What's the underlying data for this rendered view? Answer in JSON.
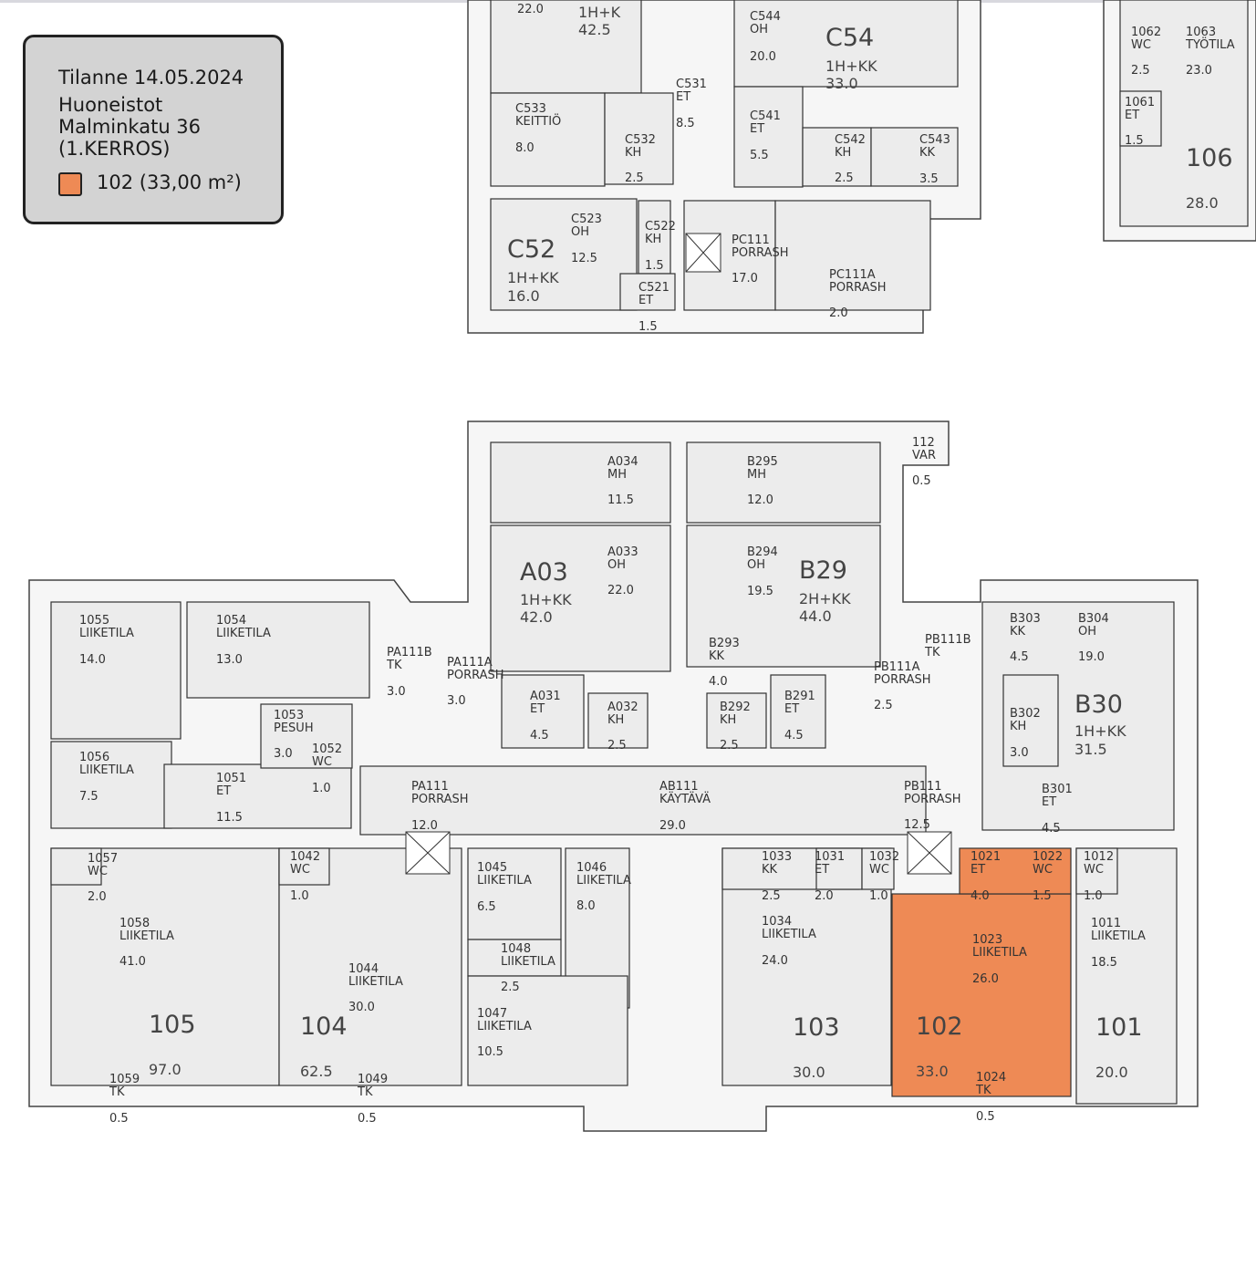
{
  "legend": {
    "date_line": "Tilanne 14.05.2024",
    "title_line": "Huoneistot",
    "address_line": "Malminkatu 36",
    "floor_line": "(1.KERROS)",
    "item_label": "102 (33,00 m²)",
    "item_color": "#EE8A55"
  },
  "colors": {
    "highlight": "#EE8A55",
    "room_fill": "#ECECEC",
    "wall": "#333333"
  },
  "highlighted_unit": "102",
  "units": [
    {
      "num": "C54",
      "type": "1H+KK",
      "area": "33.0"
    },
    {
      "num": "C52",
      "type": "1H+KK",
      "area": "16.0"
    },
    {
      "num": "106",
      "area": "28.0"
    },
    {
      "num": "A03",
      "type": "1H+KK",
      "area": "42.0"
    },
    {
      "num": "B29",
      "type": "2H+KK",
      "area": "44.0"
    },
    {
      "num": "B30",
      "type": "1H+KK",
      "area": "31.5"
    },
    {
      "num": "105",
      "area": "97.0"
    },
    {
      "num": "104",
      "area": "62.5"
    },
    {
      "num": "103",
      "area": "30.0"
    },
    {
      "num": "102",
      "area": "33.0"
    },
    {
      "num": "101",
      "area": "20.0"
    },
    {
      "num": "",
      "type": "1H+K",
      "area": "42.5"
    }
  ],
  "rooms": [
    {
      "code": "",
      "type": "",
      "area": "22.0"
    },
    {
      "code": "C544",
      "type": "OH",
      "area": "20.0"
    },
    {
      "code": "C531",
      "type": "ET",
      "area": "8.5"
    },
    {
      "code": "C533",
      "type": "KEITTIÖ",
      "area": "8.0"
    },
    {
      "code": "C541",
      "type": "ET",
      "area": "5.5"
    },
    {
      "code": "C532",
      "type": "KH",
      "area": "2.5"
    },
    {
      "code": "C542",
      "type": "KH",
      "area": "2.5"
    },
    {
      "code": "C543",
      "type": "KK",
      "area": "3.5"
    },
    {
      "code": "C523",
      "type": "OH",
      "area": "12.5"
    },
    {
      "code": "C522",
      "type": "KH",
      "area": "1.5"
    },
    {
      "code": "PC111",
      "type": "PORRASH",
      "area": "17.0"
    },
    {
      "code": "PC111A",
      "type": "PORRASH",
      "area": "2.0"
    },
    {
      "code": "C521",
      "type": "ET",
      "area": "1.5"
    },
    {
      "code": "1062",
      "type": "WC",
      "area": "2.5"
    },
    {
      "code": "1063",
      "type": "TYÖTILA",
      "area": "23.0"
    },
    {
      "code": "1061",
      "type": "ET",
      "area": "1.5"
    },
    {
      "code": "112",
      "type": "VAR",
      "area": "0.5"
    },
    {
      "code": "A034",
      "type": "MH",
      "area": "11.5"
    },
    {
      "code": "B295",
      "type": "MH",
      "area": "12.0"
    },
    {
      "code": "A033",
      "type": "OH",
      "area": "22.0"
    },
    {
      "code": "B294",
      "type": "OH",
      "area": "19.5"
    },
    {
      "code": "1055",
      "type": "LIIKETILA",
      "area": "14.0"
    },
    {
      "code": "1054",
      "type": "LIIKETILA",
      "area": "13.0"
    },
    {
      "code": "B303",
      "type": "KK",
      "area": "4.5"
    },
    {
      "code": "B304",
      "type": "OH",
      "area": "19.0"
    },
    {
      "code": "PA111B",
      "type": "TK",
      "area": "3.0"
    },
    {
      "code": "PA111A",
      "type": "PORRASH",
      "area": "3.0"
    },
    {
      "code": "PB111B",
      "type": "TK",
      "area": ""
    },
    {
      "code": "PB111A",
      "type": "PORRASH",
      "area": "2.5"
    },
    {
      "code": "B293",
      "type": "KK",
      "area": "4.0"
    },
    {
      "code": "A031",
      "type": "ET",
      "area": "4.5"
    },
    {
      "code": "A032",
      "type": "KH",
      "area": "2.5"
    },
    {
      "code": "B292",
      "type": "KH",
      "area": "2.5"
    },
    {
      "code": "B291",
      "type": "ET",
      "area": "4.5"
    },
    {
      "code": "B302",
      "type": "KH",
      "area": "3.0"
    },
    {
      "code": "1053",
      "type": "PESUH",
      "area": "3.0"
    },
    {
      "code": "1052",
      "type": "WC",
      "area": "1.0"
    },
    {
      "code": "1056",
      "type": "LIIKETILA",
      "area": "7.5"
    },
    {
      "code": "1051",
      "type": "ET",
      "area": "11.5"
    },
    {
      "code": "PA111",
      "type": "PORRASH",
      "area": "12.0"
    },
    {
      "code": "AB111",
      "type": "KÄYTÄVÄ",
      "area": "29.0"
    },
    {
      "code": "PB111",
      "type": "PORRASH",
      "area": "12.5"
    },
    {
      "code": "B301",
      "type": "ET",
      "area": "4.5"
    },
    {
      "code": "1057",
      "type": "WC",
      "area": "2.0"
    },
    {
      "code": "1042",
      "type": "WC",
      "area": "1.0"
    },
    {
      "code": "1045",
      "type": "LIIKETILA",
      "area": "6.5"
    },
    {
      "code": "1046",
      "type": "LIIKETILA",
      "area": "8.0"
    },
    {
      "code": "1033",
      "type": "KK",
      "area": "2.5"
    },
    {
      "code": "1031",
      "type": "ET",
      "area": "2.0"
    },
    {
      "code": "1032",
      "type": "WC",
      "area": "1.0"
    },
    {
      "code": "1021",
      "type": "ET",
      "area": "4.0"
    },
    {
      "code": "1022",
      "type": "WC",
      "area": "1.5"
    },
    {
      "code": "1012",
      "type": "WC",
      "area": "1.0"
    },
    {
      "code": "1058",
      "type": "LIIKETILA",
      "area": "41.0"
    },
    {
      "code": "1034",
      "type": "LIIKETILA",
      "area": "24.0"
    },
    {
      "code": "1023",
      "type": "LIIKETILA",
      "area": "26.0"
    },
    {
      "code": "1011",
      "type": "LIIKETILA",
      "area": "18.5"
    },
    {
      "code": "1048",
      "type": "LIIKETILA",
      "area": "2.5"
    },
    {
      "code": "1044",
      "type": "LIIKETILA",
      "area": "30.0"
    },
    {
      "code": "1047",
      "type": "LIIKETILA",
      "area": "10.5"
    },
    {
      "code": "1059",
      "type": "TK",
      "area": "0.5"
    },
    {
      "code": "1049",
      "type": "TK",
      "area": "0.5"
    },
    {
      "code": "1024",
      "type": "TK",
      "area": "0.5"
    }
  ]
}
